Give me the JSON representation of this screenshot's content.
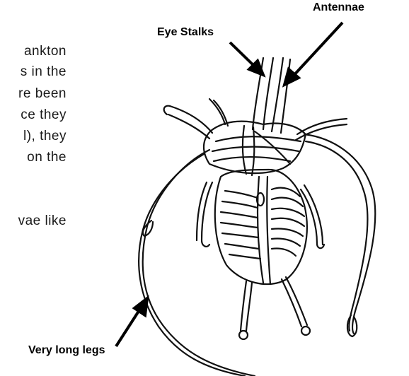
{
  "paragraph_fragments": [
    "ankton",
    "s in the",
    "re been",
    "ce they",
    "l), they",
    "on the",
    "vae like"
  ],
  "labels": {
    "antennae": "Antennae",
    "eye_stalks": "Eye Stalks",
    "long_legs": "Very long legs"
  }
}
